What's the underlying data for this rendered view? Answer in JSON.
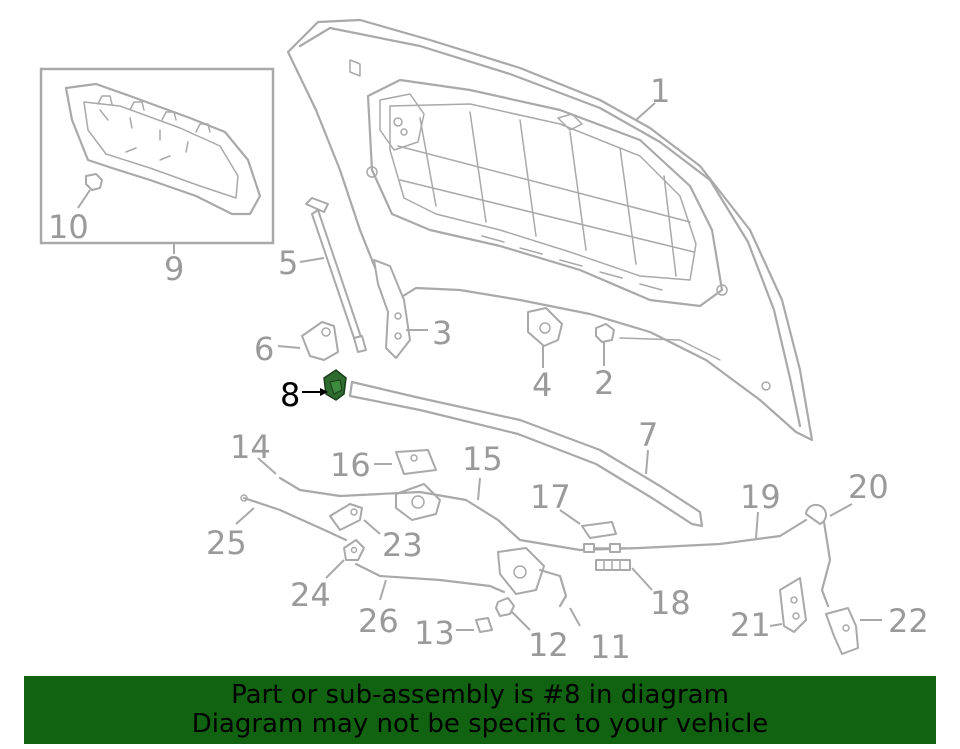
{
  "colors": {
    "line": "#a9a9a9",
    "label": "#9a9a9a",
    "highlight_part": "#2e6b2e",
    "banner_bg": "#116311",
    "banner_text": "#000000"
  },
  "labels": {
    "p1": "1",
    "p2": "2",
    "p3": "3",
    "p4": "4",
    "p5": "5",
    "p6": "6",
    "p7": "7",
    "p8": "8",
    "p9": "9",
    "p10": "10",
    "p11": "11",
    "p12": "12",
    "p13": "13",
    "p14": "14",
    "p15": "15",
    "p16": "16",
    "p17": "17",
    "p18": "18",
    "p19": "19",
    "p20": "20",
    "p21": "21",
    "p22": "22",
    "p23": "23",
    "p24": "24",
    "p25": "25",
    "p26": "26"
  },
  "highlighted_part": "8",
  "banner": {
    "line1": "Part or sub-assembly is #8 in diagram",
    "line2": "Diagram may not be specific to your vehicle"
  }
}
